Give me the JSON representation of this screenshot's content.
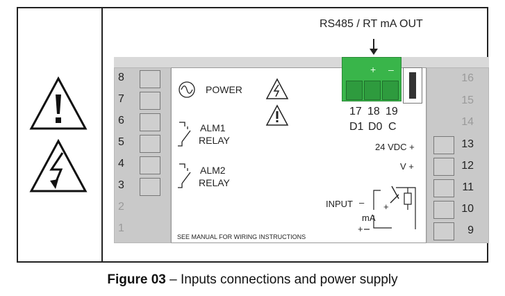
{
  "header": {
    "label": "RS485 / RT mA OUT"
  },
  "caption": {
    "bold": "Figure 03",
    "rest": " – Inputs connections and power supply"
  },
  "left_terminals": [
    {
      "num": "8",
      "faded": false
    },
    {
      "num": "7",
      "faded": false
    },
    {
      "num": "6",
      "faded": false
    },
    {
      "num": "5",
      "faded": false
    },
    {
      "num": "4",
      "faded": false
    },
    {
      "num": "3",
      "faded": false
    },
    {
      "num": "2",
      "faded": true
    },
    {
      "num": "1",
      "faded": true
    }
  ],
  "right_terminals": [
    {
      "num": "16",
      "faded": true
    },
    {
      "num": "15",
      "faded": true
    },
    {
      "num": "14",
      "faded": true
    },
    {
      "num": "13",
      "faded": false
    },
    {
      "num": "12",
      "faded": false
    },
    {
      "num": "11",
      "faded": false
    },
    {
      "num": "10",
      "faded": false
    },
    {
      "num": "9",
      "faded": false
    }
  ],
  "labels": {
    "power": "POWER",
    "alm1_a": "ALM1",
    "alm1_b": "RELAY",
    "alm2_a": "ALM2",
    "alm2_b": "RELAY",
    "t17": "17",
    "t18": "18",
    "t19": "19",
    "d1": "D1",
    "d0": "D0",
    "c": "C",
    "vdc": "24 VDC +",
    "vplus": "V +",
    "input": "INPUT",
    "minus": "–",
    "plus": "+",
    "ma": "mA",
    "ma_plus": "+",
    "manual": "SEE MANUAL FOR WIRING INSTRUCTIONS",
    "green_plus": "+",
    "green_minus": "–"
  },
  "colors": {
    "terminal_green": "#39b54a",
    "panel_gray": "#c9c9c9"
  },
  "icons": [
    "warning-icon",
    "lightning-warning-icon",
    "down-arrow-icon",
    "sine-wave-icon",
    "relay-switch-icon"
  ]
}
